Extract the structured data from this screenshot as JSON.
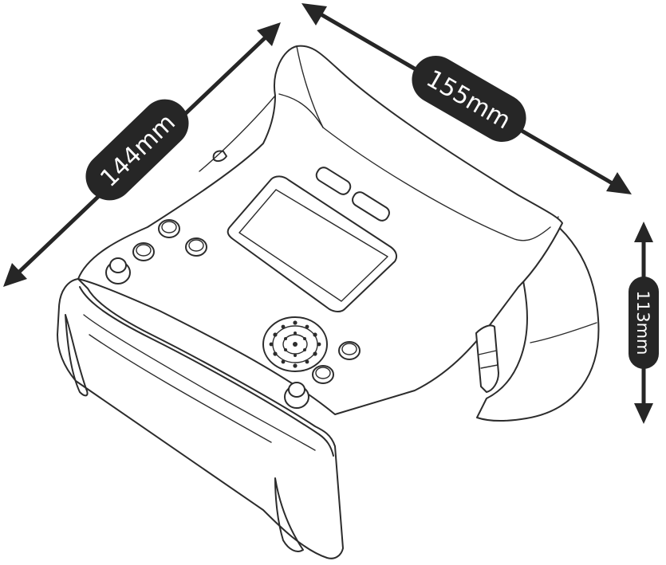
{
  "dimensions": {
    "depth": "144mm",
    "width": "155mm",
    "height": "113mm"
  },
  "colors": {
    "ink": "#262626",
    "outline": "#2c2c2c",
    "label_text": "#ffffff",
    "background": "#ffffff"
  }
}
